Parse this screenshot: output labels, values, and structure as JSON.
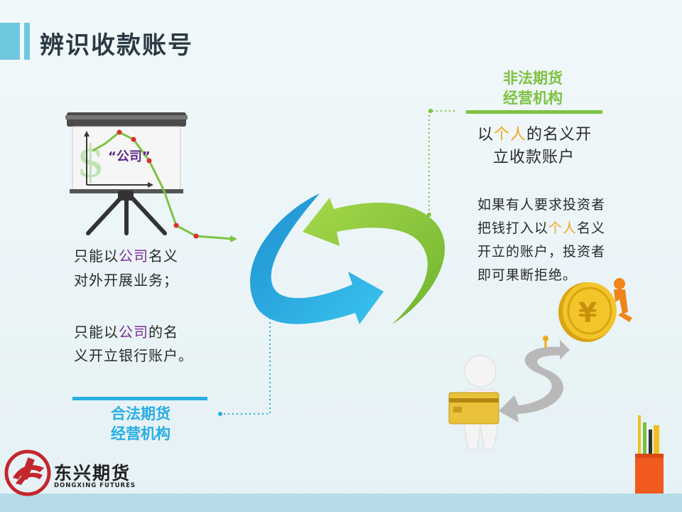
{
  "title": "辨识收款账号",
  "board_label": "“公司”",
  "legal": {
    "line1a": "只能以",
    "line1b": "公司",
    "line1c": "名义",
    "line2": "对外开展业务；",
    "line3a": "只能以",
    "line3b": "公司",
    "line3c": "的名",
    "line4": "义开立银行账户。",
    "heading_line1": "合法期货",
    "heading_line2": "经营机构"
  },
  "illegal": {
    "heading_line1": "非法期货",
    "heading_line2": "经营机构",
    "sub1a": "以",
    "sub1b": "个人",
    "sub1c": "的名义开",
    "sub2": "立收款账户",
    "line1": "如果有人要求投资者",
    "line2a": "把钱打入以",
    "line2b": "个人",
    "line2c": "名义",
    "line3": "开立的账户，投资者",
    "line4": "即可果断拒绝。"
  },
  "logo": {
    "name": "东兴期货",
    "sub": "DONGXING FUTURES"
  },
  "colors": {
    "accent_blue": "#27aee3",
    "accent_green": "#7dc241",
    "highlight_purple": "#7d2f97",
    "highlight_yellow": "#f0a81c",
    "brand_red": "#c4262e"
  }
}
